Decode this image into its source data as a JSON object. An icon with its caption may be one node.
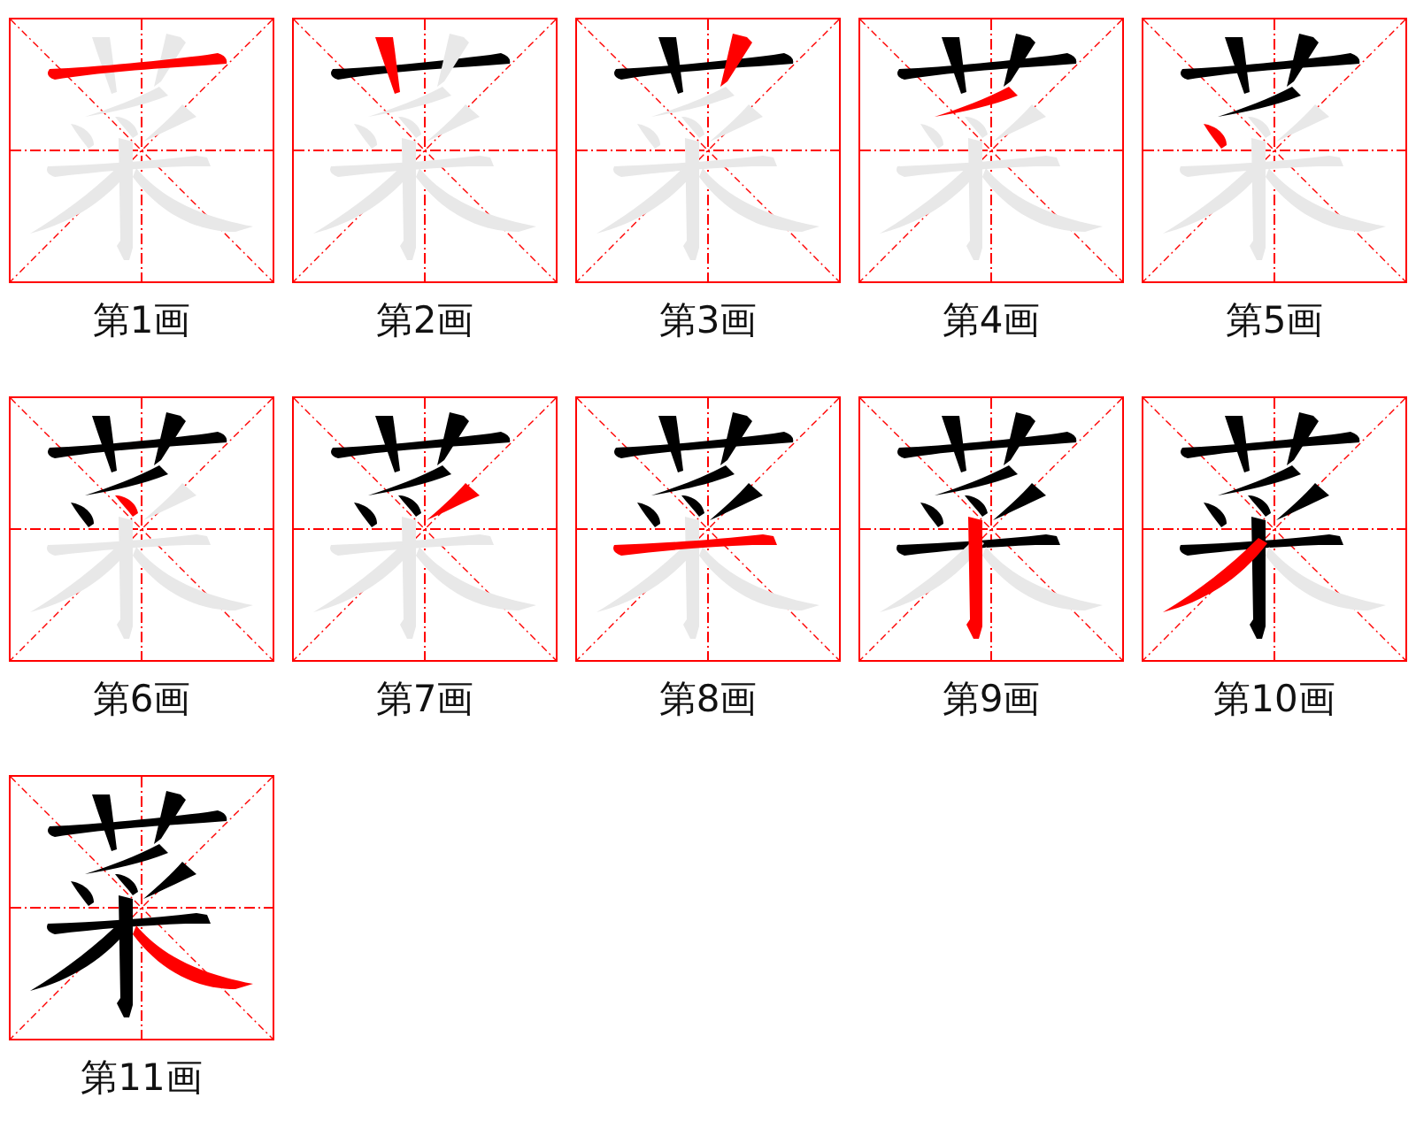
{
  "diagram": {
    "nodes": [
      {
        "text": [
          "第1画"
        ]
      },
      {
        "text": [
          "第2画"
        ]
      },
      {
        "text": [
          "第3画"
        ]
      },
      {
        "text": [
          "第4画"
        ]
      },
      {
        "text": [
          "第5画"
        ]
      },
      {
        "text": [
          "第6画"
        ]
      },
      {
        "text": [
          "第7画"
        ]
      },
      {
        "text": [
          "第8画"
        ]
      },
      {
        "text": [
          "第9画"
        ]
      },
      {
        "text": [
          "第10画"
        ]
      },
      {
        "text": [
          "第11画"
        ]
      }
    ]
  }
}
